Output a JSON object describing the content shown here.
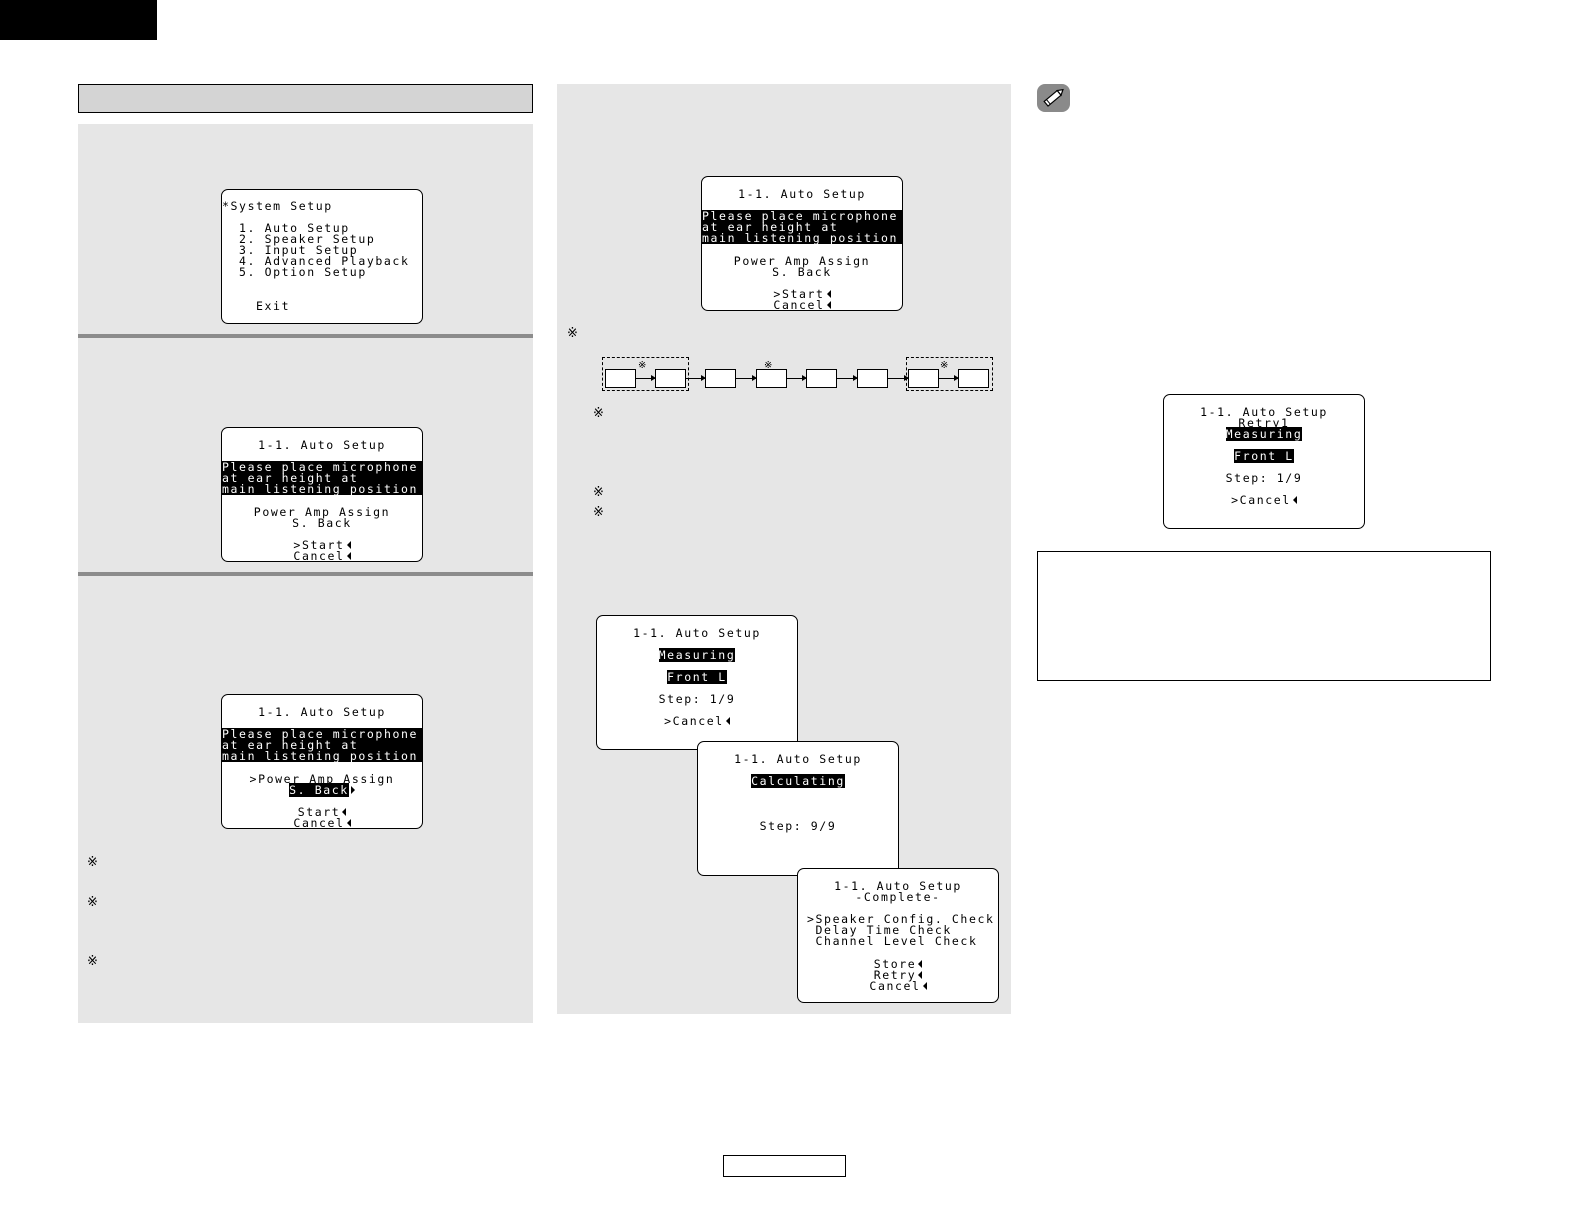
{
  "symbols": {
    "reference_mark": "※",
    "left_cursor": "triangle-left-icon",
    "right_cursor": "triangle-right-icon"
  },
  "screens": {
    "system_setup": {
      "title": "*System Setup",
      "items": [
        "1. Auto Setup",
        "2. Speaker Setup",
        "3. Input Setup",
        "4. Advanced Playback",
        "5. Option Setup"
      ],
      "exit": "Exit"
    },
    "auto_setup_start": {
      "title": "1-1. Auto Setup",
      "instructions": [
        "Please place microphone",
        "at ear height at",
        "main listening position"
      ],
      "assign": "Power Amp Assign",
      "assign_value": "S. Back",
      "start": ">Start",
      "cancel": "Cancel"
    },
    "auto_setup_assign": {
      "title": "1-1. Auto Setup",
      "instructions": [
        "Please place microphone",
        "at ear height at",
        "main listening position"
      ],
      "assign": ">Power Amp Assign",
      "assign_value": "S. Back",
      "start": "Start",
      "cancel": "Cancel"
    },
    "measuring": {
      "title": "1-1. Auto Setup",
      "status": "Measuring",
      "channel": "Front L",
      "step": "Step: 1/9",
      "cancel": ">Cancel"
    },
    "calculating": {
      "title": "1-1. Auto Setup",
      "status": "Calculating",
      "step": "Step: 9/9"
    },
    "complete": {
      "title": "1-1. Auto Setup",
      "subtitle": "-Complete-",
      "items": [
        ">Speaker Config. Check",
        " Delay Time Check",
        " Channel Level Check"
      ],
      "store": "Store",
      "retry": "Retry",
      "cancel": "Cancel"
    },
    "retry": {
      "title": "1-1. Auto Setup",
      "retry_label": "Retry1",
      "status": "Measuring",
      "channel": "Front L",
      "step": "Step: 1/9",
      "cancel": ">Cancel"
    }
  },
  "accent": {
    "panel_bg": "#e6e6e6",
    "header_bg": "#d4d4d4",
    "divider": "#8c8c8c"
  }
}
